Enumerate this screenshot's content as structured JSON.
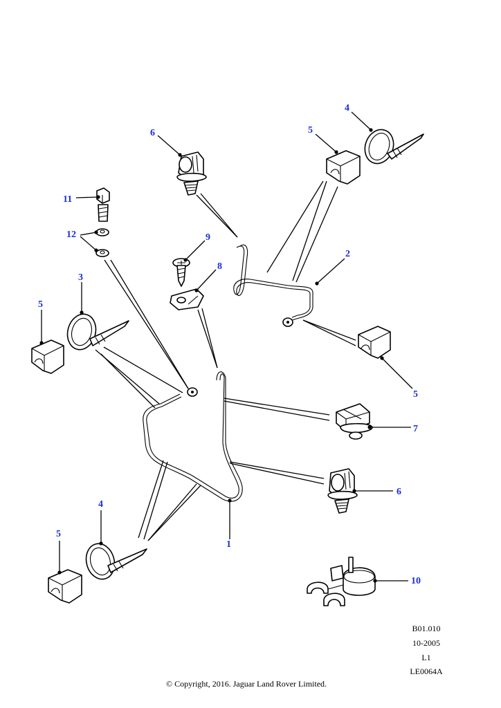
{
  "callouts": {
    "c1": "1",
    "c2": "2",
    "c3": "3",
    "c4a": "4",
    "c4b": "4",
    "c5a": "5",
    "c5b": "5",
    "c5c": "5",
    "c5d": "5",
    "c6a": "6",
    "c6b": "6",
    "c7": "7",
    "c8": "8",
    "c9": "9",
    "c10": "10",
    "c11": "11",
    "c12": "12"
  },
  "ref_block": {
    "code": "B01.010",
    "date": "10-2005",
    "level": "L1",
    "image_id": "LE0064A"
  },
  "copyright": "© Copyright, 2016. Jaguar Land Rover Limited.",
  "colors": {
    "callout": "#1a2fd6",
    "line": "#000000",
    "background": "#ffffff"
  }
}
